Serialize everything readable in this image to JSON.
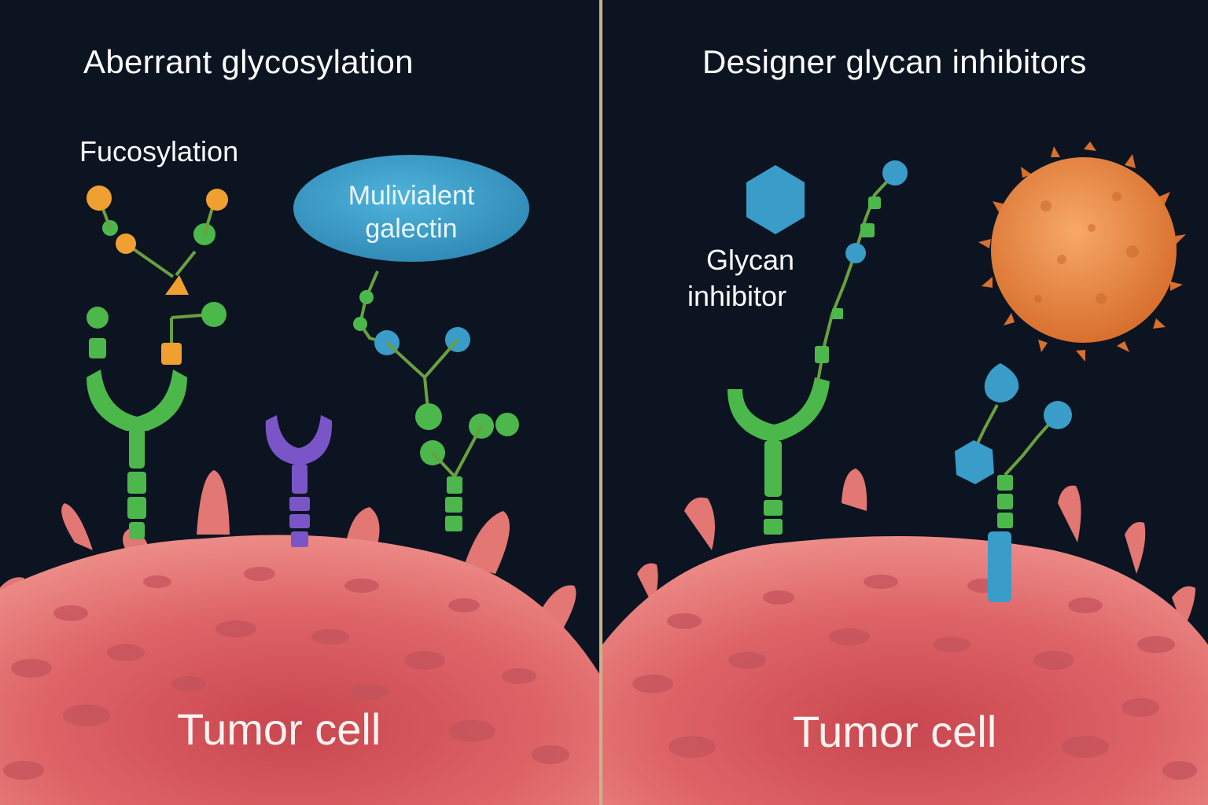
{
  "panels": [
    {
      "title": "Aberrant glycosylation",
      "fucosylation_label": "Fucosylation",
      "galectin_label_line1": "Mulivialent",
      "galectin_label_line2": "galectin",
      "cell_label": "Tumor cell"
    },
    {
      "title": "Designer glycan inhibitors",
      "inhibitor_label_line1": "Glycan",
      "inhibitor_label_line2": "inhibitor",
      "cell_label": "Tumor cell"
    }
  ],
  "colors": {
    "background": "#0b1420",
    "divider": "#c9b38a",
    "tumor_cell": "#e0666a",
    "glycan_green": "#4cb84c",
    "fucose_orange": "#f0a030",
    "antibody_purple": "#7a55c8",
    "galectin_blue": "#3a9cc8",
    "immune_cell_orange": "#e0803a"
  }
}
